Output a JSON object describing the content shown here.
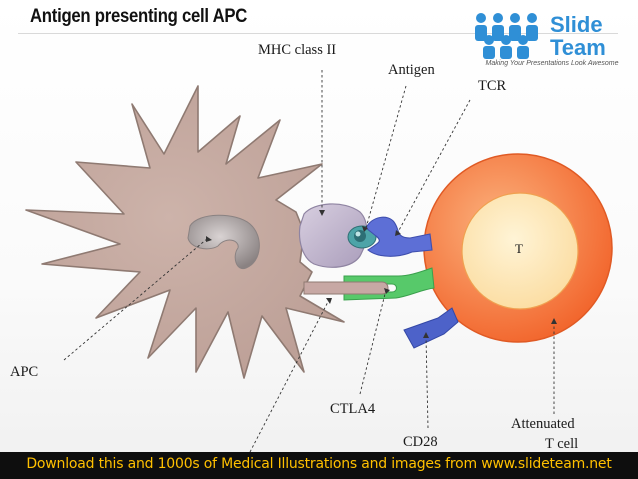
{
  "title": "Antigen presenting cell APC",
  "logo": {
    "word1": "Slide",
    "word2": "Team",
    "tagline": "Making Your Presentations Look Awesome"
  },
  "labels": {
    "mhc": "MHC class II",
    "antigen": "Antigen",
    "tcr": "TCR",
    "t": "T",
    "apc": "APC",
    "ctla4": "CTLA4",
    "attenuated_line1": "Attenuated",
    "attenuated_line2": "T cell",
    "cd28": "CD28"
  },
  "footer": "Download this and 1000s of Medical Illustrations and images from www.slideteam.net",
  "colors": {
    "apc_body": "#c9aea5",
    "apc_outline": "#8f7a72",
    "nucleus": "#9e9494",
    "mhc": "#c2b6cf",
    "antigen": "#2f7f86",
    "tcr": "#5d6fd6",
    "ctla4": "#57c96a",
    "cd28": "#4d62c9",
    "tcell_outer": "#f57a3c",
    "tcell_inner": "#fde6b3",
    "footer_bg": "#0e0e0e",
    "footer_text": "#ffc000",
    "logo_blue": "#2f8fd6"
  }
}
